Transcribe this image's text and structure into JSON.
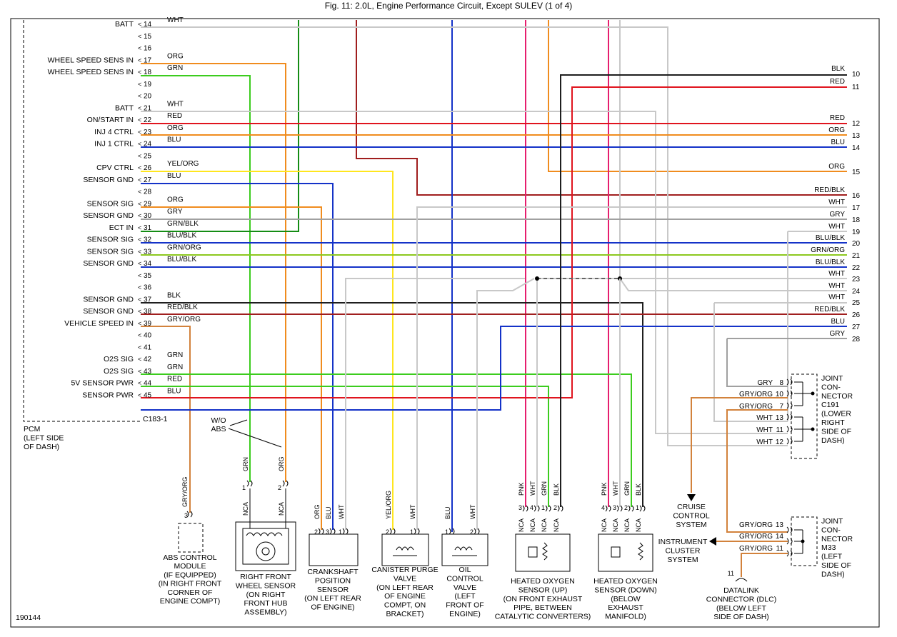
{
  "title": "Fig. 11: 2.0L, Engine Performance Circuit, Except SULEV (1 of 4)",
  "figure_id": "190144",
  "pcm": {
    "label_lines": [
      "PCM",
      "(LEFT SIDE",
      "OF DASH)"
    ],
    "connector": "C183-1",
    "pins": [
      {
        "pin": "14",
        "name": "BATT",
        "color": "WHT"
      },
      {
        "pin": "15",
        "name": "",
        "color": ""
      },
      {
        "pin": "16",
        "name": "",
        "color": ""
      },
      {
        "pin": "17",
        "name": "WHEEL SPEED SENS IN",
        "color": "ORG"
      },
      {
        "pin": "18",
        "name": "WHEEL SPEED SENS IN",
        "color": "GRN"
      },
      {
        "pin": "19",
        "name": "",
        "color": ""
      },
      {
        "pin": "20",
        "name": "",
        "color": ""
      },
      {
        "pin": "21",
        "name": "BATT",
        "color": "WHT"
      },
      {
        "pin": "22",
        "name": "ON/START IN",
        "color": "RED"
      },
      {
        "pin": "23",
        "name": "INJ 4 CTRL",
        "color": "ORG"
      },
      {
        "pin": "24",
        "name": "INJ 1 CTRL",
        "color": "BLU"
      },
      {
        "pin": "25",
        "name": "",
        "color": ""
      },
      {
        "pin": "26",
        "name": "CPV CTRL",
        "color": "YEL/ORG"
      },
      {
        "pin": "27",
        "name": "SENSOR GND",
        "color": "BLU"
      },
      {
        "pin": "28",
        "name": "",
        "color": ""
      },
      {
        "pin": "29",
        "name": "SENSOR SIG",
        "color": "ORG"
      },
      {
        "pin": "30",
        "name": "SENSOR GND",
        "color": "GRY"
      },
      {
        "pin": "31",
        "name": "ECT IN",
        "color": "GRN/BLK"
      },
      {
        "pin": "32",
        "name": "SENSOR SIG",
        "color": "BLU/BLK"
      },
      {
        "pin": "33",
        "name": "SENSOR SIG",
        "color": "GRN/ORG"
      },
      {
        "pin": "34",
        "name": "SENSOR GND",
        "color": "BLU/BLK"
      },
      {
        "pin": "35",
        "name": "",
        "color": ""
      },
      {
        "pin": "36",
        "name": "",
        "color": ""
      },
      {
        "pin": "37",
        "name": "SENSOR GND",
        "color": "BLK"
      },
      {
        "pin": "38",
        "name": "SENSOR GND",
        "color": "RED/BLK"
      },
      {
        "pin": "39",
        "name": "VEHICLE SPEED IN",
        "color": "GRY/ORG"
      },
      {
        "pin": "40",
        "name": "",
        "color": ""
      },
      {
        "pin": "41",
        "name": "",
        "color": ""
      },
      {
        "pin": "42",
        "name": "O2S SIG",
        "color": "GRN"
      },
      {
        "pin": "43",
        "name": "O2S SIG",
        "color": "GRN"
      },
      {
        "pin": "44",
        "name": "5V SENSOR PWR",
        "color": "RED"
      },
      {
        "pin": "45",
        "name": "SENSOR PWR",
        "color": "BLU"
      }
    ]
  },
  "right_terminals": [
    {
      "num": "10",
      "color": "BLK"
    },
    {
      "num": "11",
      "color": "RED"
    },
    {
      "num": "12",
      "color": "RED"
    },
    {
      "num": "13",
      "color": "ORG"
    },
    {
      "num": "14",
      "color": "BLU"
    },
    {
      "num": "15",
      "color": "ORG"
    },
    {
      "num": "16",
      "color": "RED/BLK"
    },
    {
      "num": "17",
      "color": "WHT"
    },
    {
      "num": "18",
      "color": "GRY"
    },
    {
      "num": "19",
      "color": "WHT"
    },
    {
      "num": "20",
      "color": "BLU/BLK"
    },
    {
      "num": "21",
      "color": "GRN/ORG"
    },
    {
      "num": "22",
      "color": "BLU/BLK"
    },
    {
      "num": "23",
      "color": "WHT"
    },
    {
      "num": "24",
      "color": "WHT"
    },
    {
      "num": "25",
      "color": "WHT"
    },
    {
      "num": "26",
      "color": "RED/BLK"
    },
    {
      "num": "27",
      "color": "BLU"
    },
    {
      "num": "28",
      "color": "GRY"
    }
  ],
  "wo_abs": [
    "W/O",
    "ABS"
  ],
  "components": {
    "abs": {
      "label": [
        "ABS CONTROL",
        "MODULE",
        "(IF EQUIPPED)",
        "(IN RIGHT FRONT",
        "CORNER OF",
        "ENGINE COMPT)"
      ],
      "pins": [
        {
          "pin": "3",
          "wire": "GRY/ORG"
        }
      ]
    },
    "wheel_sensor": {
      "label": [
        "RIGHT FRONT",
        "WHEEL SENSOR",
        "(ON RIGHT",
        "FRONT HUB",
        "ASSEMBLY)"
      ],
      "pins": [
        {
          "pin": "1",
          "wire": "GRN",
          "nca": "NCA"
        },
        {
          "pin": "2",
          "wire": "ORG",
          "nca": "NCA"
        }
      ]
    },
    "ckp": {
      "label": [
        "CRANKSHAFT",
        "POSITION",
        "SENSOR",
        "(ON LEFT REAR",
        "OF ENGINE)"
      ],
      "pins": [
        {
          "pin": "2",
          "wire": "ORG"
        },
        {
          "pin": "3",
          "wire": "BLU"
        },
        {
          "pin": "1",
          "wire": "WHT"
        }
      ]
    },
    "purge": {
      "label": [
        "CANISTER PURGE",
        "VALVE",
        "(ON LEFT REAR",
        "OF ENGINE",
        "COMPT, ON",
        "BRACKET)"
      ],
      "pins": [
        {
          "pin": "2",
          "wire": "YEL/ORG"
        },
        {
          "pin": "1",
          "wire": "WHT"
        }
      ]
    },
    "ocv": {
      "label": [
        "OIL",
        "CONTROL",
        "VALVE",
        "(LEFT",
        "FRONT OF",
        "ENGINE)"
      ],
      "pins": [
        {
          "pin": "1",
          "wire": "BLU"
        },
        {
          "pin": "2",
          "wire": "WHT"
        }
      ]
    },
    "ho2s_up": {
      "label": [
        "HEATED OXYGEN",
        "SENSOR (UP)",
        "(ON FRONT EXHAUST",
        "PIPE, BETWEEN",
        "CATALYTIC CONVERTERS)"
      ],
      "pins": [
        {
          "pin": "3",
          "wire": "PNK",
          "nca": "NCA"
        },
        {
          "pin": "4",
          "wire": "WHT",
          "nca": "NCA"
        },
        {
          "pin": "1",
          "wire": "GRN",
          "nca": "NCA"
        },
        {
          "pin": "2",
          "wire": "BLK",
          "nca": "NCA"
        }
      ]
    },
    "ho2s_down": {
      "label": [
        "HEATED OXYGEN",
        "SENSOR (DOWN)",
        "(BELOW",
        "EXHAUST",
        "MANIFOLD)"
      ],
      "pins": [
        {
          "pin": "4",
          "wire": "PNK",
          "nca": "NCA"
        },
        {
          "pin": "3",
          "wire": "WHT",
          "nca": "NCA"
        },
        {
          "pin": "2",
          "wire": "GRN",
          "nca": "NCA"
        },
        {
          "pin": "1",
          "wire": "BLK",
          "nca": "NCA"
        }
      ]
    },
    "cruise": {
      "label": [
        "CRUISE",
        "CONTROL",
        "SYSTEM"
      ]
    },
    "cluster": {
      "label": [
        "INSTRUMENT",
        "CLUSTER",
        "SYSTEM"
      ]
    },
    "dlc": {
      "label": [
        "DATALINK",
        "CONNECTOR (DLC)",
        "(BELOW LEFT",
        "SIDE OF DASH)"
      ],
      "pin": "11"
    }
  },
  "c191": {
    "label": [
      "JOINT",
      "CON-",
      "NECTOR",
      "C191",
      "(LOWER",
      "RIGHT",
      "SIDE OF",
      "DASH)"
    ],
    "pins": [
      {
        "wire": "GRY",
        "pin": "8"
      },
      {
        "wire": "GRY/ORG",
        "pin": "10"
      },
      {
        "wire": "GRY/ORG",
        "pin": "7"
      },
      {
        "wire": "WHT",
        "pin": "13"
      },
      {
        "wire": "WHT",
        "pin": "11"
      },
      {
        "wire": "WHT",
        "pin": "12"
      }
    ]
  },
  "m33": {
    "label": [
      "JOINT",
      "CON-",
      "NECTOR",
      "M33",
      "(LEFT",
      "SIDE OF",
      "DASH)"
    ],
    "pins": [
      {
        "wire": "GRY/ORG",
        "pin": "13"
      },
      {
        "wire": "GRY/ORG",
        "pin": "14"
      },
      {
        "wire": "GRY/ORG",
        "pin": "11"
      }
    ]
  },
  "colors": {
    "WHT": "#c8c8c8",
    "ORG": "#f08c1e",
    "GRN": "#3ccc1e",
    "RED": "#e0141e",
    "BLU": "#1432c8",
    "YEL": "#ffe61e",
    "BLK": "#1e1e1e",
    "GRY": "#a0a0a0",
    "DKRED": "#a01e1e",
    "DKGRN": "#148c14",
    "PNK": "#e61e6e",
    "GRYORG": "#d2823c"
  }
}
